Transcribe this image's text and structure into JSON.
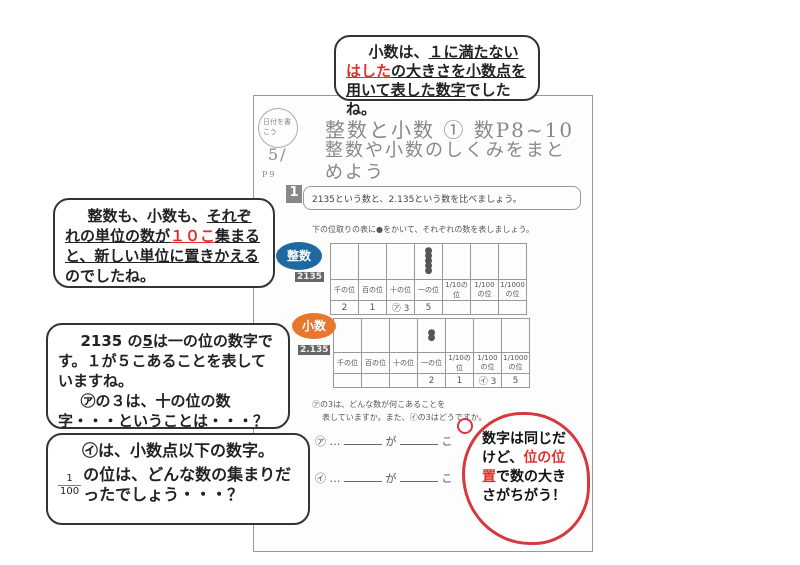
{
  "top_bubble": {
    "pre": "小数は、",
    "u1": "１に満たない",
    "red": "はした",
    "u2": "の大きさを小数点を用",
    "u3": "いて表した数字",
    "post": "でしたね。"
  },
  "sheet": {
    "date_note": "日付を書こう",
    "date": "5/",
    "page": "P9",
    "title": "整数と小数 ① 数P8~10",
    "goal": "整数や小数のしくみをまとめよう",
    "section_num": "1",
    "section_text": "2135という数と、2.135という数を比べましょう。",
    "instruction": "下の位取りの表に●をかいて、それぞれの数を表しましょう。",
    "place_headers": [
      "千の位",
      "百の位",
      "十の位",
      "一の位",
      "1/10の位",
      "1/100の位",
      "1/1000の位"
    ],
    "table1": {
      "badge": "整数",
      "tag": "2135",
      "digits": [
        "2",
        "1",
        "㋐ 3",
        "5",
        "",
        "",
        ""
      ]
    },
    "table2": {
      "badge": "小数",
      "tag": "2.135",
      "digits": [
        "",
        "",
        "",
        "2",
        "1",
        "㋑ 3",
        "5"
      ]
    },
    "q2_line1": "㋐の3は、どんな数が何こあることを",
    "q2_line2": "表していますか。また、㋑の3はどうですか。",
    "answer_a": "㋐ …",
    "answer_b": "㋑ …",
    "ga": "が",
    "ko": "こ"
  },
  "bubble2": {
    "pre": "整数も、小数も、",
    "u1": "それぞれの単位の数が",
    "red": "１０こ",
    "u2": "集まると、新しい単位に置きかえる",
    "post": "のでしたね。"
  },
  "bubble3": {
    "l1a": "2135 の",
    "l1u": "5",
    "l1b": "は一の位の数字です。１が５こあることを表していますね。",
    "l2": "㋐の３は、十の位の数字・・・ということは・・・？"
  },
  "bubble4": {
    "l1": "㋑は、小数点以下の数字。",
    "frac_num": "1",
    "frac_den": "100",
    "l2": "の位は、どんな数の集まりだったでしょう・・・？"
  },
  "cloud": {
    "a": "数字は同じだけど、",
    "red": "位の位置",
    "b": "で数の大きさがちがう！"
  }
}
